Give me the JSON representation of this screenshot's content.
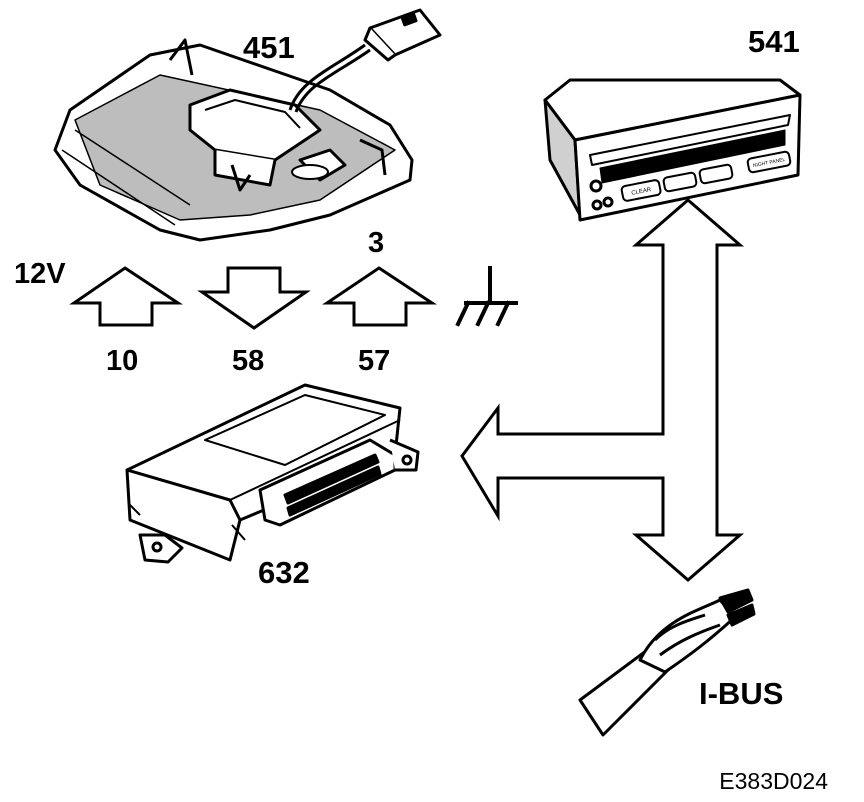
{
  "labels": {
    "interior_light_unit": "451",
    "display_unit": "541",
    "control_module": "632",
    "supply_voltage": "12V",
    "pin_top": "3",
    "pin_supply": "10",
    "pin_58": "58",
    "pin_57": "57",
    "bus": "I-BUS",
    "figure_code": "E383D024"
  },
  "display": {
    "btn_clear": "CLEAR",
    "btn_right": "NIGHT PANEL"
  },
  "icons": {
    "ground": "ground-icon",
    "arrow_up": "arrow-up-icon",
    "arrow_down": "arrow-down-icon"
  }
}
